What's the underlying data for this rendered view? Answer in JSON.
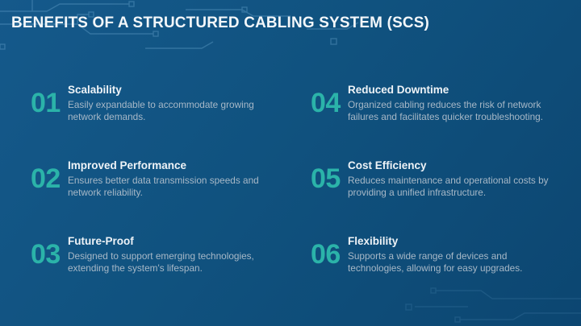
{
  "slide": {
    "title": "BENEFITS OF A STRUCTURED CABLING SYSTEM (SCS)"
  },
  "colors": {
    "background_top_left": "#15598b",
    "background_bottom_right": "#0c4671",
    "accent_number": "#2bb3a9",
    "heading_text": "#eef3f7",
    "description_text": "#a7b8c7",
    "circuit_trace": "#6aa6cf"
  },
  "benefits": [
    {
      "number": "01",
      "title": "Scalability",
      "description": "Easily expandable to accommodate growing network demands."
    },
    {
      "number": "02",
      "title": "Improved Performance",
      "description": "Ensures better data transmission speeds and network reliability."
    },
    {
      "number": "03",
      "title": "Future-Proof",
      "description": "Designed to support emerging technologies, extending the system's lifespan."
    },
    {
      "number": "04",
      "title": "Reduced Downtime",
      "description": "Organized cabling reduces the risk of network failures and facilitates quicker troubleshooting."
    },
    {
      "number": "05",
      "title": "Cost Efficiency",
      "description": "Reduces maintenance and operational costs by providing a unified infrastructure."
    },
    {
      "number": "06",
      "title": "Flexibility",
      "description": "Supports a wide range of devices and technologies, allowing for easy upgrades."
    }
  ]
}
